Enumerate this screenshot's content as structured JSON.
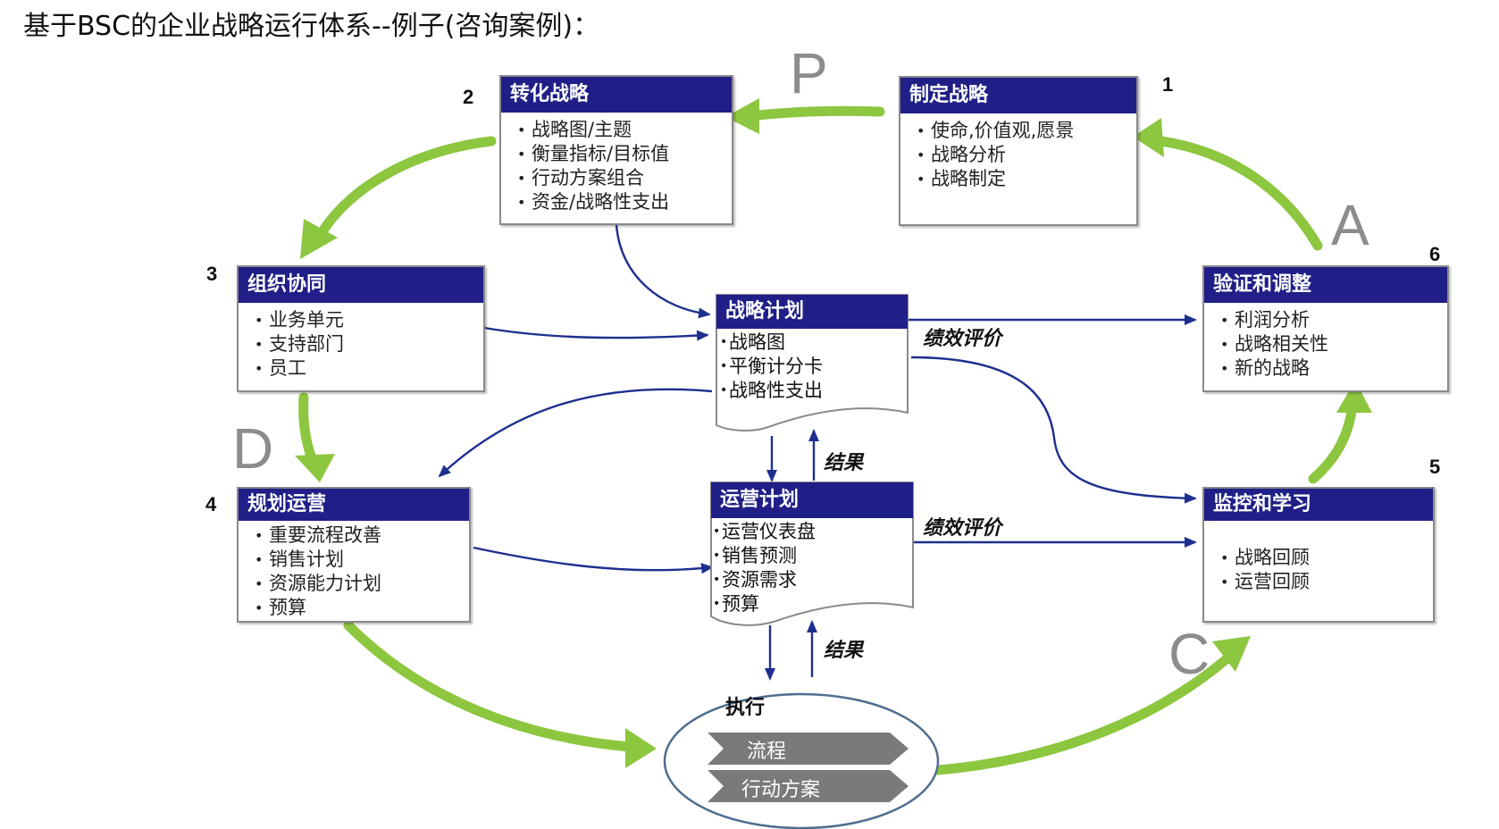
{
  "title": "基于BSC的企业战略运行体系--例子(咨询案例)：",
  "letters": {
    "p": "P",
    "d": "D",
    "c": "C",
    "a": "A"
  },
  "boxes": {
    "formulate": {
      "num": "1",
      "header": "制定战略",
      "items": [
        "使命,价值观,愿景",
        "战略分析",
        "战略制定"
      ]
    },
    "translate": {
      "num": "2",
      "header": "转化战略",
      "items": [
        "战略图/主题",
        "衡量指标/目标值",
        "行动方案组合",
        "资金/战略性支出"
      ]
    },
    "align": {
      "num": "3",
      "header": "组织协同",
      "items": [
        "业务单元",
        "支持部门",
        "员工"
      ]
    },
    "plan_ops": {
      "num": "4",
      "header": "规划运营",
      "items": [
        "重要流程改善",
        "销售计划",
        "资源能力计划",
        "预算"
      ]
    },
    "monitor": {
      "num": "5",
      "header": "监控和学习",
      "items": [
        "战略回顾",
        "运营回顾"
      ]
    },
    "test": {
      "num": "6",
      "header": "验证和调整",
      "items": [
        "利润分析",
        "战略相关性",
        "新的战略"
      ]
    }
  },
  "docs": {
    "strategy_plan": {
      "header": "战略计划",
      "items": [
        "战略图",
        "平衡计分卡",
        "战略性支出"
      ]
    },
    "ops_plan": {
      "header": "运营计划",
      "items": [
        "运营仪表盘",
        "销售预测",
        "资源需求",
        "预算"
      ]
    }
  },
  "labels": {
    "perf1": "绩效评价",
    "perf2": "绩效评价",
    "result1": "结果",
    "result2": "结果"
  },
  "execution": {
    "title": "执行",
    "chevrons": [
      "流程",
      "行动方案"
    ]
  },
  "colors": {
    "header": "#1f1f87",
    "green_arrow": "#8dc63f",
    "blue_line": "#1f2f8f",
    "letter": "#8c8c8c"
  }
}
